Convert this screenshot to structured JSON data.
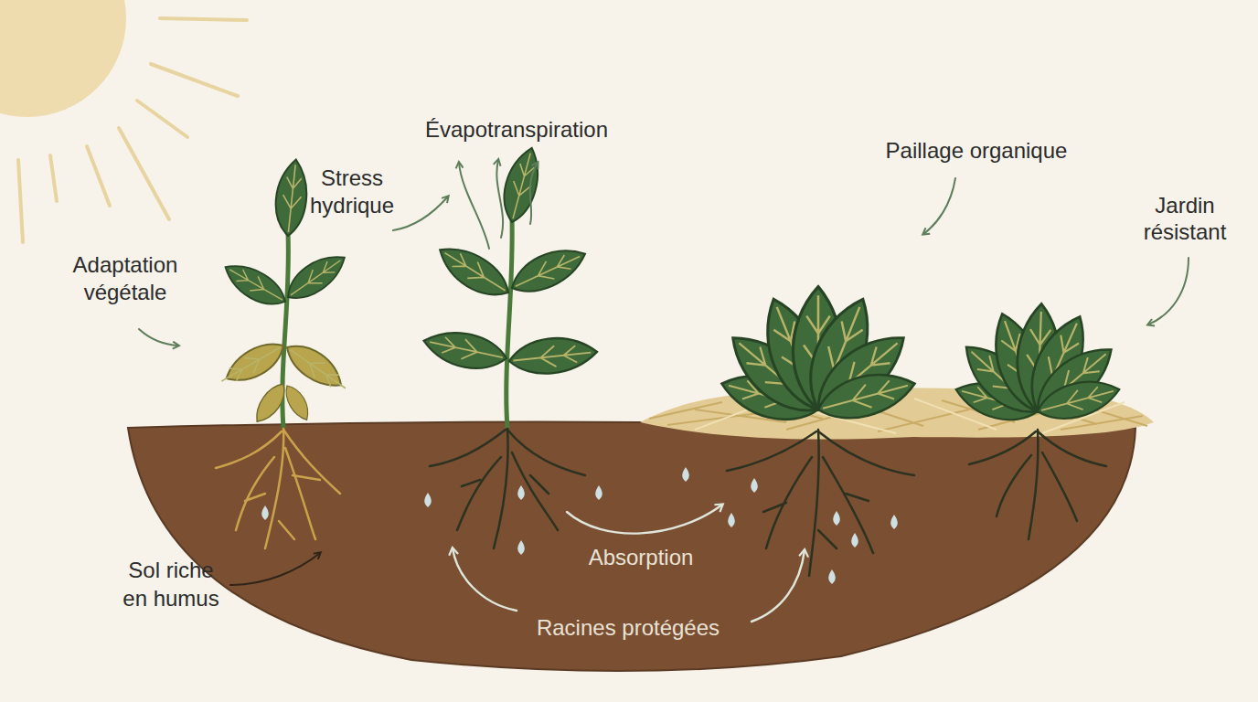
{
  "diagram": {
    "labels": [
      "Évapotranspiration",
      "Paillage organique",
      "Stress hydrique",
      "Jardin résistant",
      "Adaptation végétale",
      "Sol riche en humus",
      "Absorption",
      "Racines protégées"
    ]
  }
}
